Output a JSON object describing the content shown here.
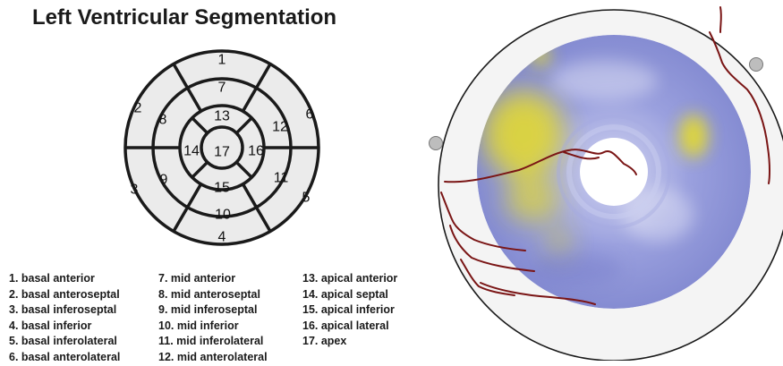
{
  "title": "Left Ventricular Segmentation",
  "segments": {
    "1": "1",
    "2": "2",
    "3": "3",
    "4": "4",
    "5": "5",
    "6": "6",
    "7": "7",
    "8": "8",
    "9": "9",
    "10": "10",
    "11": "11",
    "12": "12",
    "13": "13",
    "14": "14",
    "15": "15",
    "16": "16",
    "17": "17"
  },
  "legend": {
    "col1": [
      "1. basal anterior",
      "2. basal anteroseptal",
      "3. basal inferoseptal",
      "4. basal inferior",
      "5. basal inferolateral",
      "6. basal anterolateral"
    ],
    "col2": [
      "7. mid anterior",
      "8. mid anteroseptal",
      "9. mid inferoseptal",
      "10. mid inferior",
      "11. mid inferolateral",
      "12. mid anterolateral"
    ],
    "col3": [
      "13. apical anterior",
      "14. apical septal",
      "15. apical inferior",
      "16. apical lateral",
      "17. apex"
    ]
  },
  "colors": {
    "diagram_fill": "#ebebeb",
    "diagram_stroke": "#1a1a1a",
    "polar_base": "#8f96d8",
    "polar_highlight": "#e6dc2a",
    "vessel": "#7a1515",
    "outer_ring": "#f4f4f4"
  }
}
